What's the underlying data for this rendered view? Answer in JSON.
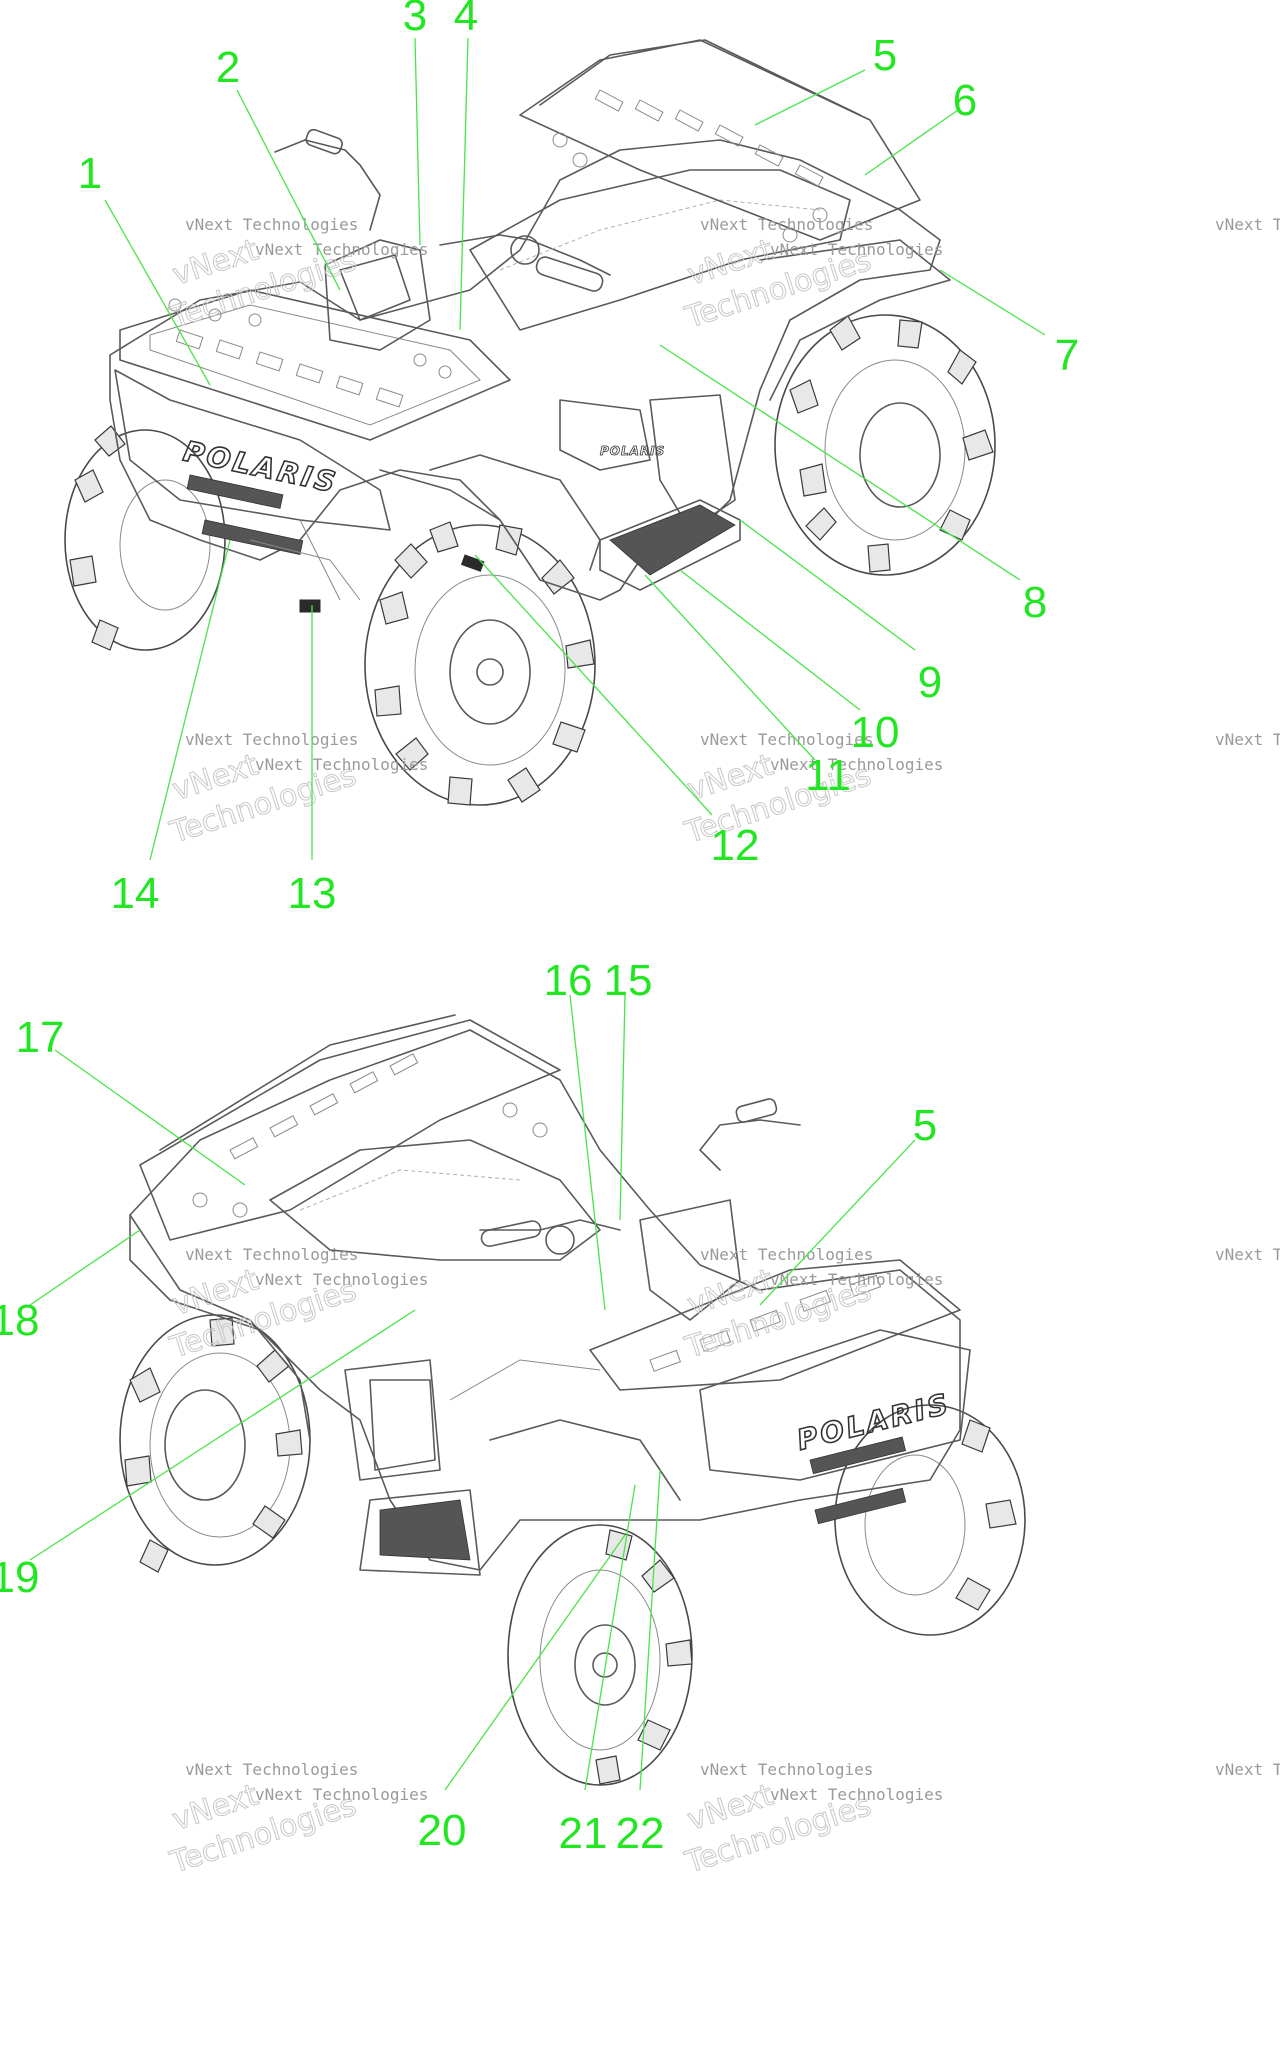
{
  "brand": {
    "front_logo": "POLARIS",
    "side_logo": "POLARIS"
  },
  "watermark": {
    "line1": "vNext Technologies",
    "line2": "vNext Technologies"
  },
  "callouts_top": [
    "1",
    "2",
    "3",
    "4",
    "5",
    "6",
    "7",
    "8",
    "9",
    "10",
    "11",
    "12",
    "13",
    "14"
  ],
  "callouts_bottom": [
    "17",
    "16",
    "15",
    "5",
    "18",
    "19",
    "20",
    "21",
    "22"
  ],
  "colors": {
    "callout": "#22e622",
    "callout_line": "#49e449",
    "line_art": "#5a5a5a"
  }
}
